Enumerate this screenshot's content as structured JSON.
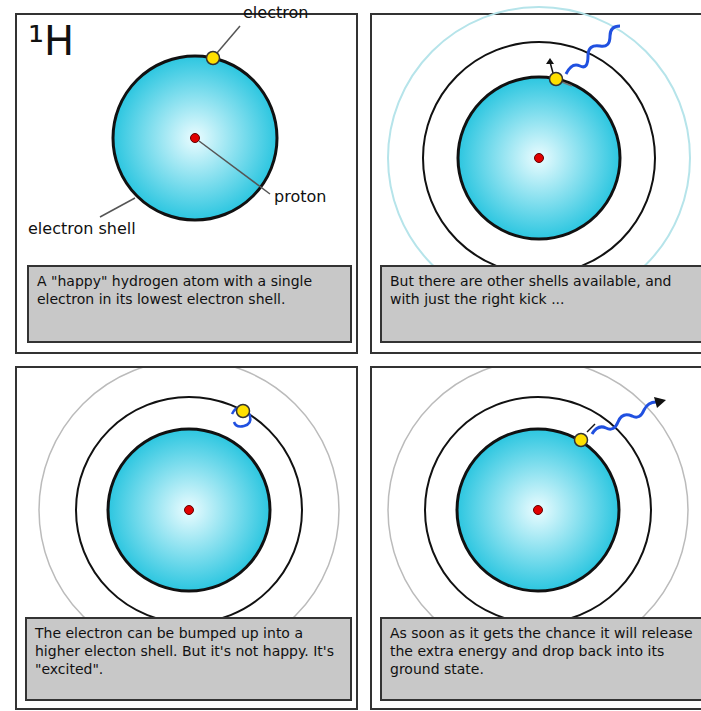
{
  "diagram": {
    "nodes": [
      {
        "text": [
          "A \"happy\" hydrogen atom with a single electron in its lowest electron shell."
        ]
      },
      {
        "text": [
          "But there are other shells available, and with just the right kick ..."
        ]
      },
      {
        "text": [
          "The electron can be bumped up into a higher electon shell. But it's not happy. It's \"excited\"."
        ]
      },
      {
        "text": [
          "As soon as it gets the chance it will release the extra energy and drop back into its ground state."
        ]
      }
    ],
    "labels": [
      "¹H",
      "electron",
      "proton",
      "electron shell"
    ]
  }
}
